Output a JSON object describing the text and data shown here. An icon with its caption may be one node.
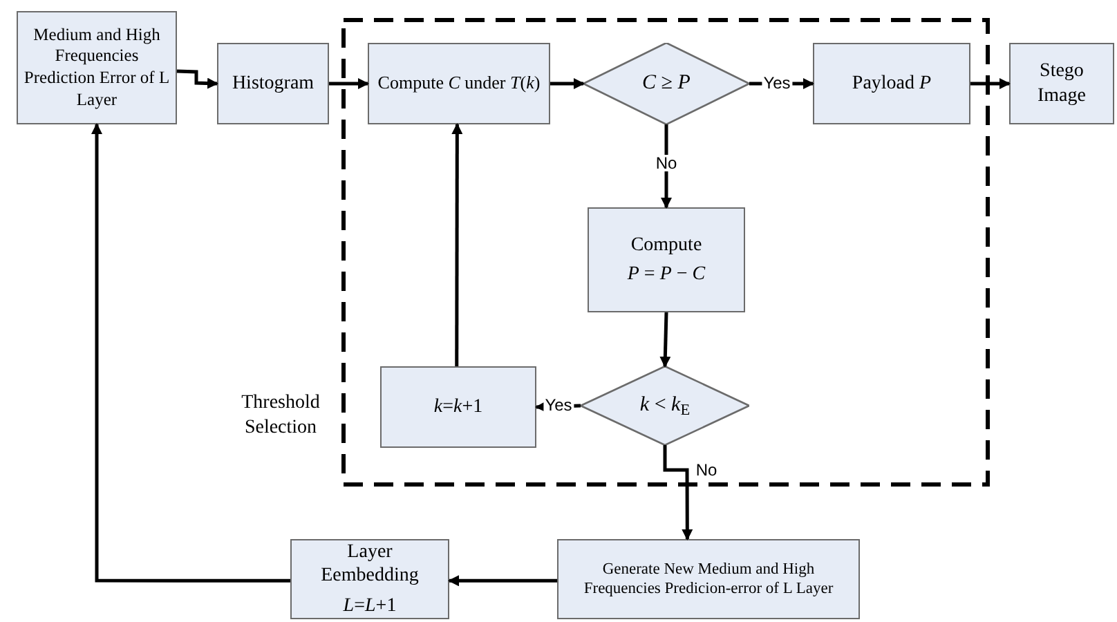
{
  "diagram": {
    "nodes": [
      {
        "text": [
          "Medium and High Frequencies Prediction Error of L Layer"
        ]
      },
      {
        "text": [
          "Histogram"
        ]
      },
      {
        "text": [
          "Threshold Selection"
        ]
      },
      {
        "text": [
          "Compute *C* under *T*(*k*)"
        ],
        "in": 2
      },
      {
        "text": [
          "*C* ≥ *P*"
        ],
        "in": 2
      },
      {
        "text": [
          "Payload    *P*"
        ],
        "in": 2
      },
      {
        "text": [
          "Stego Image"
        ]
      },
      {
        "text": [
          "Compute",
          "*P* = *P* − *C*"
        ],
        "in": 2
      },
      {
        "text": [
          "*k*=*k*+1"
        ],
        "in": 2
      },
      {
        "text": [
          "*k* < *k*$_{E}$"
        ],
        "in": 2
      },
      {
        "text": [
          "Layer Eembedding",
          "*L*=*L*+1"
        ]
      },
      {
        "text": [
          "Generate New Medium and High Frequencies Predicion-error of L Layer"
        ]
      }
    ],
    "edges": [
      {
        "from": 0,
        "to": 1,
        "arrow": "to"
      },
      {
        "from": 1,
        "to": 3,
        "arrow": "to"
      },
      {
        "from": 3,
        "to": 4,
        "arrow": "to"
      },
      {
        "from": 4,
        "to": 5,
        "arrow": "to",
        "label": "Yes"
      },
      {
        "from": 5,
        "to": 6,
        "arrow": "to"
      },
      {
        "from": 4,
        "to": 7,
        "arrow": "to",
        "label": "No"
      },
      {
        "from": 7,
        "to": 9,
        "arrow": "to"
      },
      {
        "from": 9,
        "to": 8,
        "arrow": "to",
        "label": "Yes"
      },
      {
        "from": 8,
        "to": 3,
        "arrow": "to"
      },
      {
        "from": 9,
        "to": 11,
        "arrow": "to",
        "label": "No"
      },
      {
        "from": 11,
        "to": 10,
        "arrow": "to"
      },
      {
        "from": 10,
        "to": 0,
        "arrow": "to"
      }
    ]
  }
}
